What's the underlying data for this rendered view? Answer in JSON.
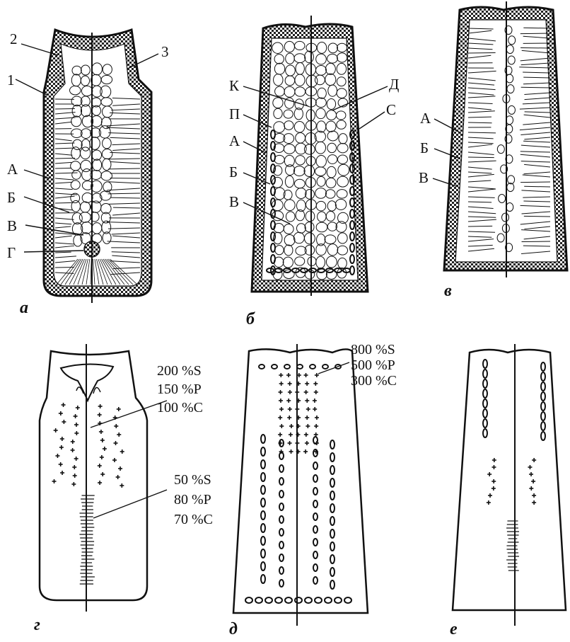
{
  "colors": {
    "ink": "#111111",
    "paper": "#ffffff",
    "hatch": "#9a9a9a"
  },
  "panels": [
    {
      "id": "a",
      "caption": "а",
      "labels": [
        "2",
        "3",
        "1",
        "А",
        "Б",
        "В",
        "Г"
      ]
    },
    {
      "id": "b",
      "caption": "б",
      "labels": [
        "К",
        "Д",
        "П",
        "С",
        "А",
        "Б",
        "В"
      ]
    },
    {
      "id": "c",
      "caption": "в",
      "labels": [
        "А",
        "Б",
        "В"
      ]
    },
    {
      "id": "d",
      "caption": "г",
      "annotations": [
        "200  %S",
        "150  %P",
        "100  %C",
        "50  %S",
        "80  %P",
        "70  %C"
      ]
    },
    {
      "id": "e",
      "caption": "д",
      "annotations": [
        "800  %S",
        "500  %P",
        "300  %C"
      ]
    },
    {
      "id": "f",
      "caption": "е"
    }
  ]
}
